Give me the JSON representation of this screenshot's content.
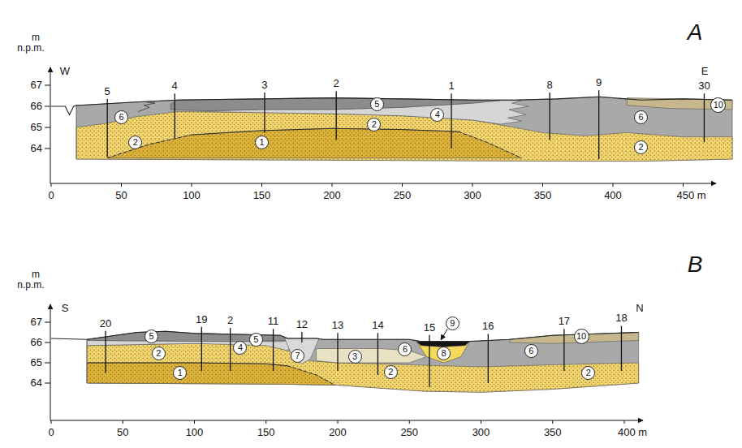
{
  "diagram": {
    "nodes": [
      {
        "text": [
          "6"
        ]
      },
      {
        "text": [
          "2"
        ]
      },
      {
        "text": [
          "1"
        ]
      },
      {
        "text": [
          "5"
        ]
      },
      {
        "text": [
          "2"
        ]
      },
      {
        "text": [
          "4"
        ]
      },
      {
        "text": [
          "6"
        ]
      },
      {
        "text": [
          "2"
        ]
      },
      {
        "text": [
          "10"
        ]
      },
      {
        "text": [
          "5"
        ]
      },
      {
        "text": [
          "2"
        ]
      },
      {
        "text": [
          "1"
        ]
      },
      {
        "text": [
          "4"
        ]
      },
      {
        "text": [
          "5"
        ]
      },
      {
        "text": [
          "7"
        ]
      },
      {
        "text": [
          "3"
        ]
      },
      {
        "text": [
          "2"
        ]
      },
      {
        "text": [
          "6"
        ]
      },
      {
        "text": [
          "9"
        ]
      },
      {
        "text": [
          "8"
        ]
      },
      {
        "text": [
          "6"
        ]
      },
      {
        "text": [
          "10"
        ]
      },
      {
        "text": [
          "2"
        ]
      }
    ],
    "labels": [
      "A",
      "m",
      "n.p.m.",
      "W",
      "E",
      "67",
      "66",
      "65",
      "64",
      "0",
      "50",
      "100",
      "150",
      "200",
      "250",
      "300",
      "350",
      "400",
      "450 m",
      "5",
      "4",
      "3",
      "2",
      "1",
      "8",
      "9",
      "30",
      "B",
      "m",
      "n.p.m.",
      "S",
      "N",
      "67",
      "66",
      "65",
      "64",
      "0",
      "50",
      "100",
      "150",
      "200",
      "250",
      "300",
      "350",
      "400 m",
      "20",
      "19",
      "2",
      "11",
      "12",
      "13",
      "14",
      "15",
      "16",
      "17",
      "18"
    ]
  }
}
